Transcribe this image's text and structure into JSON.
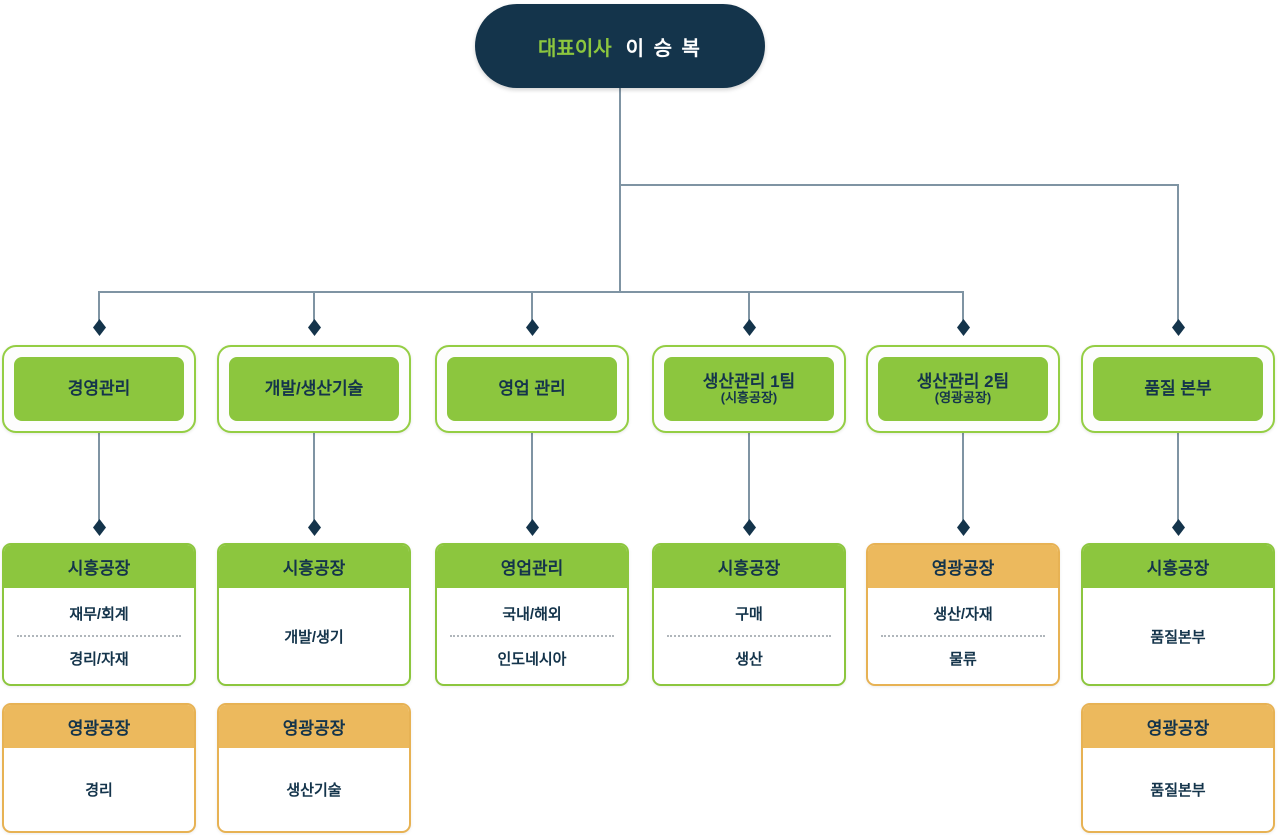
{
  "root": {
    "title": "대표이사",
    "name": "이 승 복"
  },
  "departments": [
    {
      "label": "경영관리",
      "sublabel": "",
      "children": [
        {
          "header": "시흥공장",
          "variant": "green",
          "items": [
            "재무/회계",
            "경리/자재"
          ]
        },
        {
          "header": "영광공장",
          "variant": "orange",
          "items": [
            "경리"
          ]
        }
      ]
    },
    {
      "label": "개발/생산기술",
      "sublabel": "",
      "children": [
        {
          "header": "시흥공장",
          "variant": "green",
          "items": [
            "개발/생기"
          ]
        },
        {
          "header": "영광공장",
          "variant": "orange",
          "items": [
            "생산기술"
          ]
        }
      ]
    },
    {
      "label": "영업 관리",
      "sublabel": "",
      "children": [
        {
          "header": "영업관리",
          "variant": "green",
          "items": [
            "국내/해외",
            "인도네시아"
          ]
        }
      ]
    },
    {
      "label": "생산관리 1팀",
      "sublabel": "(시흥공장)",
      "children": [
        {
          "header": "시흥공장",
          "variant": "green",
          "items": [
            "구매",
            "생산"
          ]
        }
      ]
    },
    {
      "label": "생산관리 2팀",
      "sublabel": "(영광공장)",
      "children": [
        {
          "header": "영광공장",
          "variant": "orange",
          "items": [
            "생산/자재",
            "물류"
          ]
        }
      ]
    },
    {
      "label": "품질 본부",
      "sublabel": "",
      "children": [
        {
          "header": "시흥공장",
          "variant": "green",
          "items": [
            "품질본부"
          ]
        },
        {
          "header": "영광공장",
          "variant": "orange",
          "items": [
            "품질본부"
          ]
        }
      ]
    }
  ],
  "colors": {
    "navy": "#14344b",
    "green": "#8cc63e",
    "orange": "#ecb95d",
    "connector": "#7f94a3",
    "background": "#ffffff"
  }
}
